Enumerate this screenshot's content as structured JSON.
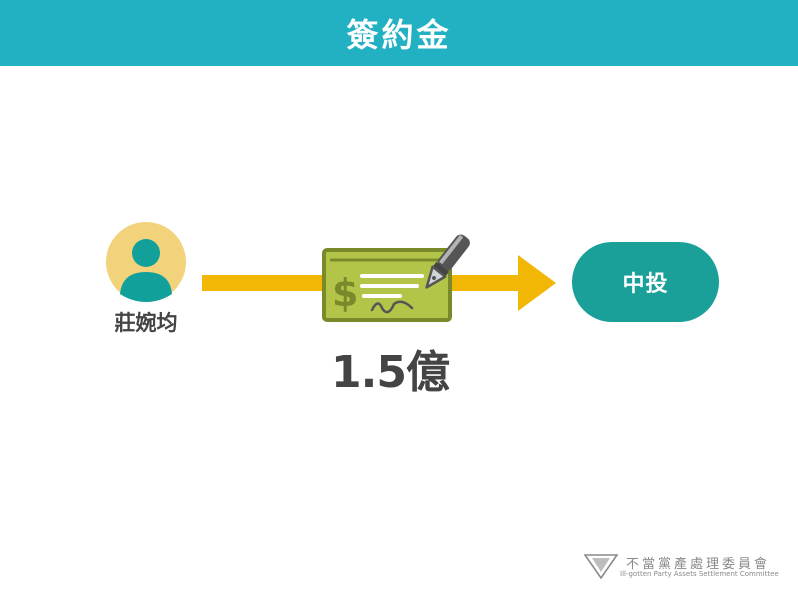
{
  "header": {
    "title": "簽約金"
  },
  "payer": {
    "name": "莊婉均",
    "icon": "person-avatar-icon"
  },
  "payment": {
    "amount": "1.5億",
    "icon": "cheque-signing-icon"
  },
  "recipient": {
    "label": "中投"
  },
  "logo": {
    "name_cn": "不當黨產處理委員會",
    "name_en": "Ill-gotten Party Assets Settlement Committee"
  },
  "colors": {
    "header_bg": "#22b1c2",
    "arrow": "#f2b705",
    "avatar_bg": "#f2d27a",
    "avatar_person": "#12a19a",
    "cheque_fill": "#b4c448",
    "cheque_border": "#7a8a2a",
    "recipient_bg": "#1aa099",
    "text_dark": "#444444"
  }
}
